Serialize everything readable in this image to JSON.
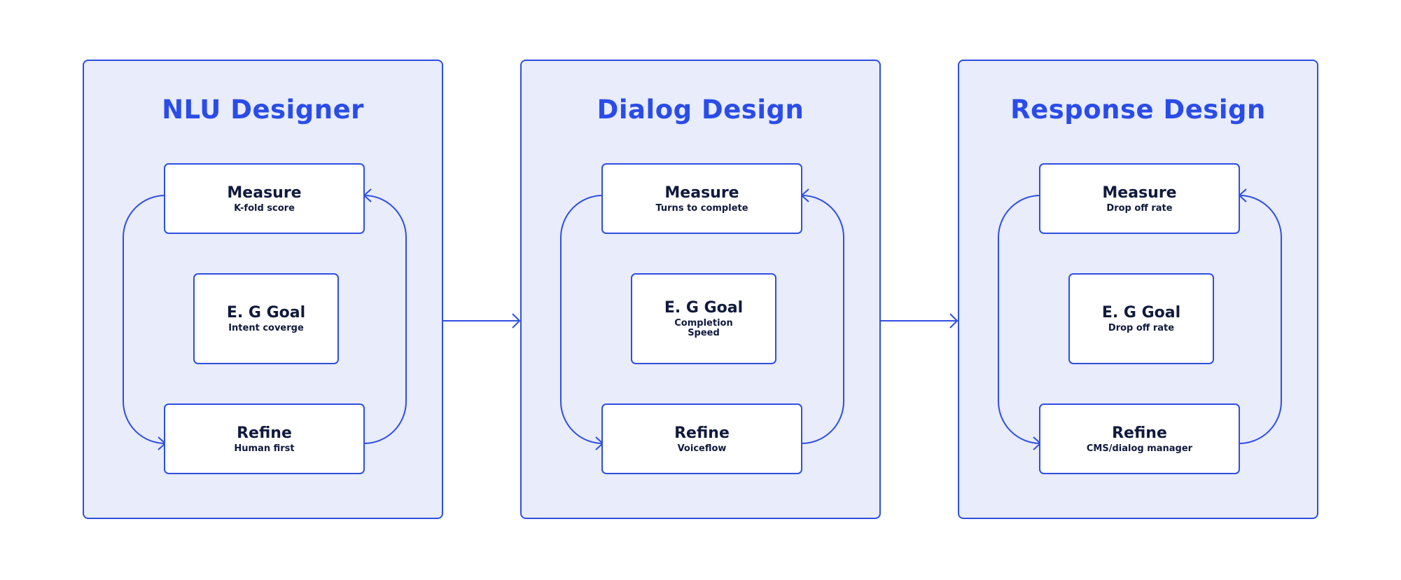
{
  "colors": {
    "accent": "#2f4fe0",
    "panel_bg": "#e8ecfb",
    "title_text": "#2a4ce8",
    "box_text": "#0f1a3d"
  },
  "panels": [
    {
      "title": "NLU Designer",
      "measure": {
        "title": "Measure",
        "sub": "K-fold score"
      },
      "goal": {
        "title": "E. G Goal",
        "sub": "Intent coverge"
      },
      "refine": {
        "title": "Refine",
        "sub": "Human first"
      }
    },
    {
      "title": "Dialog Design",
      "measure": {
        "title": "Measure",
        "sub": "Turns to complete"
      },
      "goal": {
        "title": "E. G Goal",
        "sub": "Completion\nSpeed"
      },
      "refine": {
        "title": "Refine",
        "sub": "Voiceflow"
      }
    },
    {
      "title": "Response Design",
      "measure": {
        "title": "Measure",
        "sub": "Drop off rate"
      },
      "goal": {
        "title": "E. G Goal",
        "sub": "Drop off rate"
      },
      "refine": {
        "title": "Refine",
        "sub": "CMS/dialog manager"
      }
    }
  ]
}
